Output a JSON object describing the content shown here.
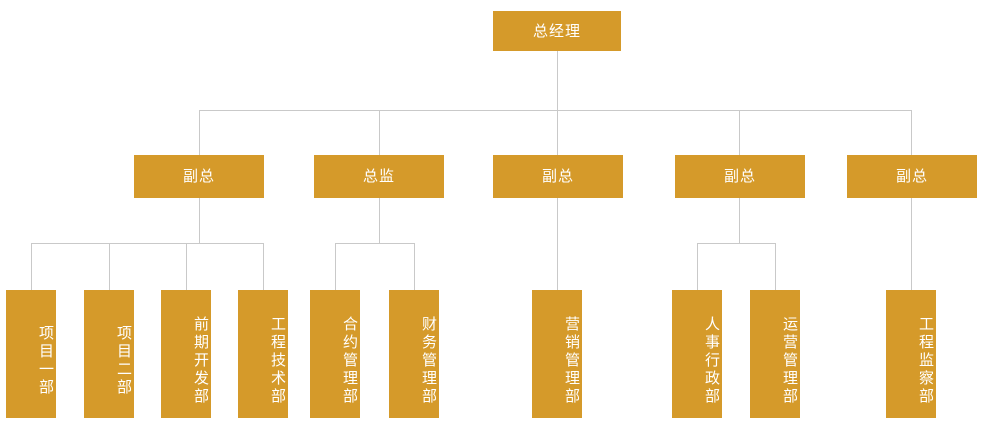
{
  "chart": {
    "type": "org-chart",
    "title": "",
    "colors": {
      "node_fill": "#d59a2a",
      "node_text": "#ffffff",
      "connector": "#c9c9c9",
      "background": "#ffffff"
    },
    "levels": [
      {
        "level": 1,
        "nodes": [
          {
            "id": "n0",
            "label": "总经理"
          }
        ]
      },
      {
        "level": 2,
        "nodes": [
          {
            "id": "n1",
            "label": "副总"
          },
          {
            "id": "n2",
            "label": "总监"
          },
          {
            "id": "n3",
            "label": "副总"
          },
          {
            "id": "n4",
            "label": "副总"
          },
          {
            "id": "n5",
            "label": "副总"
          }
        ]
      },
      {
        "level": 3,
        "nodes": [
          {
            "id": "n6",
            "label": "项目一部",
            "parent": "n1"
          },
          {
            "id": "n7",
            "label": "项目二部",
            "parent": "n1"
          },
          {
            "id": "n8",
            "label": "前期开发部",
            "parent": "n1"
          },
          {
            "id": "n9",
            "label": "工程技术部",
            "parent": "n1"
          },
          {
            "id": "n10",
            "label": "合约管理部",
            "parent": "n2"
          },
          {
            "id": "n11",
            "label": "财务管理部",
            "parent": "n2"
          },
          {
            "id": "n12",
            "label": "营销管理部",
            "parent": "n3"
          },
          {
            "id": "n13",
            "label": "人事行政部",
            "parent": "n4"
          },
          {
            "id": "n14",
            "label": "运营管理部",
            "parent": "n4"
          },
          {
            "id": "n15",
            "label": "工程监察部",
            "parent": "n5"
          }
        ]
      }
    ]
  },
  "nodes": {
    "root": {
      "label": "总经理"
    },
    "vp1": {
      "label": "副总"
    },
    "director": {
      "label": "总监"
    },
    "vp2": {
      "label": "副总"
    },
    "vp3": {
      "label": "副总"
    },
    "vp4": {
      "label": "副总"
    },
    "dept1": {
      "label": "项目一部"
    },
    "dept2": {
      "label": "项目二部"
    },
    "dept3": {
      "label": "前期开发部"
    },
    "dept4": {
      "label": "工程技术部"
    },
    "dept5": {
      "label": "合约管理部"
    },
    "dept6": {
      "label": "财务管理部"
    },
    "dept7": {
      "label": "营销管理部"
    },
    "dept8": {
      "label": "人事行政部"
    },
    "dept9": {
      "label": "运营管理部"
    },
    "dept10": {
      "label": "工程监察部"
    }
  }
}
